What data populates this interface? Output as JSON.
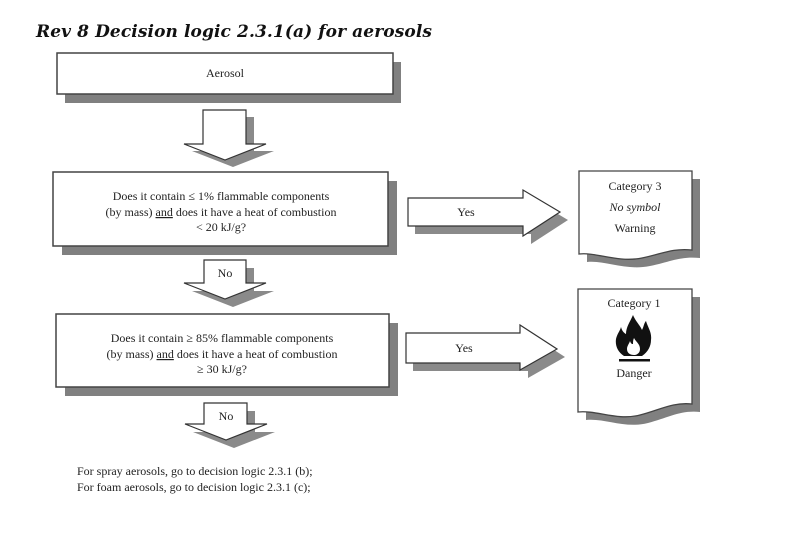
{
  "title": "Rev 8 Decision logic 2.3.1(a) for aerosols",
  "start": {
    "label": "Aerosol"
  },
  "question1": {
    "line1": "Does it contain ≤ 1% flammable components",
    "line2_pre": "(by mass) ",
    "line2_underlined": "and",
    "line2_post": " does it have a heat of combustion",
    "line3": "< 20 kJ/g?"
  },
  "question2": {
    "line1": "Does it contain ≥ 85% flammable components",
    "line2_pre": "(by mass) ",
    "line2_underlined": "and",
    "line2_post": " does it have a heat of combustion",
    "line3": "≥ 30 kJ/g?"
  },
  "arrows": {
    "yes1": "Yes",
    "yes2": "Yes",
    "no1": "No",
    "no2": "No"
  },
  "result1": {
    "category": "Category 3",
    "symbol": "No symbol",
    "signal_word": "Warning"
  },
  "result2": {
    "category": "Category 1",
    "symbol_icon": "flame-pictogram",
    "signal_word": "Danger"
  },
  "footer": {
    "line1": "For spray aerosols, go to decision logic 2.3.1 (b);",
    "line2": "For foam aerosols, go to decision logic 2.3.1 (c);"
  }
}
